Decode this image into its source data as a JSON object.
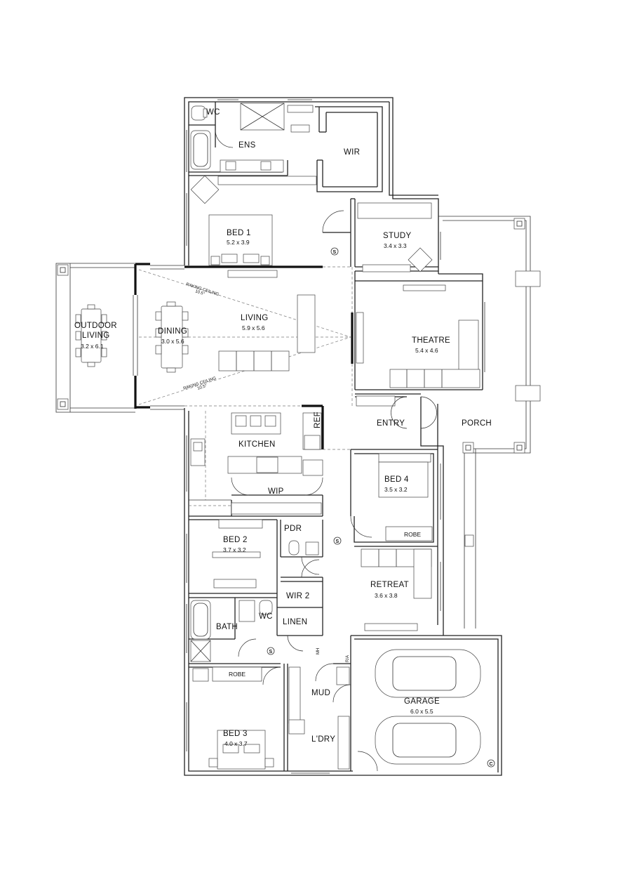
{
  "rooms": {
    "wc_ens": {
      "name": "WC"
    },
    "ens": {
      "name": "ENS"
    },
    "wir": {
      "name": "WIR"
    },
    "bed1": {
      "name": "BED 1",
      "dims": "5.2 x 3.9"
    },
    "study": {
      "name": "STUDY",
      "dims": "3.4 x 3.3"
    },
    "outdoor": {
      "name_line1": "OUTDOOR",
      "name_line2": "LIVING",
      "dims": "3.2 x 6.1"
    },
    "dining": {
      "name": "DINING",
      "dims": "3.0 x 5.6"
    },
    "living": {
      "name": "LIVING",
      "dims": "5.9 x 5.6"
    },
    "theatre": {
      "name": "THEATRE",
      "dims": "5.4 x 4.6"
    },
    "kitchen": {
      "name": "KITCHEN"
    },
    "ref": {
      "name": "REF"
    },
    "entry": {
      "name": "ENTRY"
    },
    "porch": {
      "name": "PORCH"
    },
    "wip": {
      "name": "WIP"
    },
    "bed4": {
      "name": "BED 4",
      "dims": "3.5 x 3.2"
    },
    "robe4": {
      "name": "ROBE"
    },
    "bed2": {
      "name": "BED 2",
      "dims": "3.7 x 3.2"
    },
    "pdr": {
      "name": "PDR"
    },
    "retreat": {
      "name": "RETREAT",
      "dims": "3.6 x 3.8"
    },
    "wir2": {
      "name": "WIR 2"
    },
    "bath": {
      "name": "BATH"
    },
    "wc2": {
      "name": "WC"
    },
    "linen": {
      "name": "LINEN"
    },
    "mh": {
      "name": "MH"
    },
    "ra": {
      "name": "R/A"
    },
    "robe3": {
      "name": "ROBE"
    },
    "mud": {
      "name": "MUD"
    },
    "garage": {
      "name": "GARAGE",
      "dims": "6.0 x 5.5"
    },
    "bed3": {
      "name": "BED 3",
      "dims": "4.0 x 3.7"
    },
    "ldry": {
      "name": "L'DRY"
    }
  },
  "annotations": {
    "raking_top_line1": "RAKING CEILING",
    "raking_top_line2": "10.5°",
    "raking_bottom_line1": "RAKING CEILING",
    "raking_bottom_line2": "10.5°",
    "smoke_symbol": "S",
    "garage_symbol": "C"
  },
  "colors": {
    "walls": "#222222",
    "background": "#ffffff"
  }
}
